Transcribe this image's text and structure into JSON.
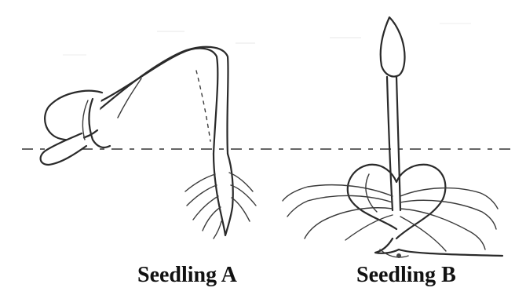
{
  "figure": {
    "seedlings": [
      {
        "id": "A",
        "label": "Seedling A"
      },
      {
        "id": "B",
        "label": "Seedling B"
      }
    ]
  }
}
